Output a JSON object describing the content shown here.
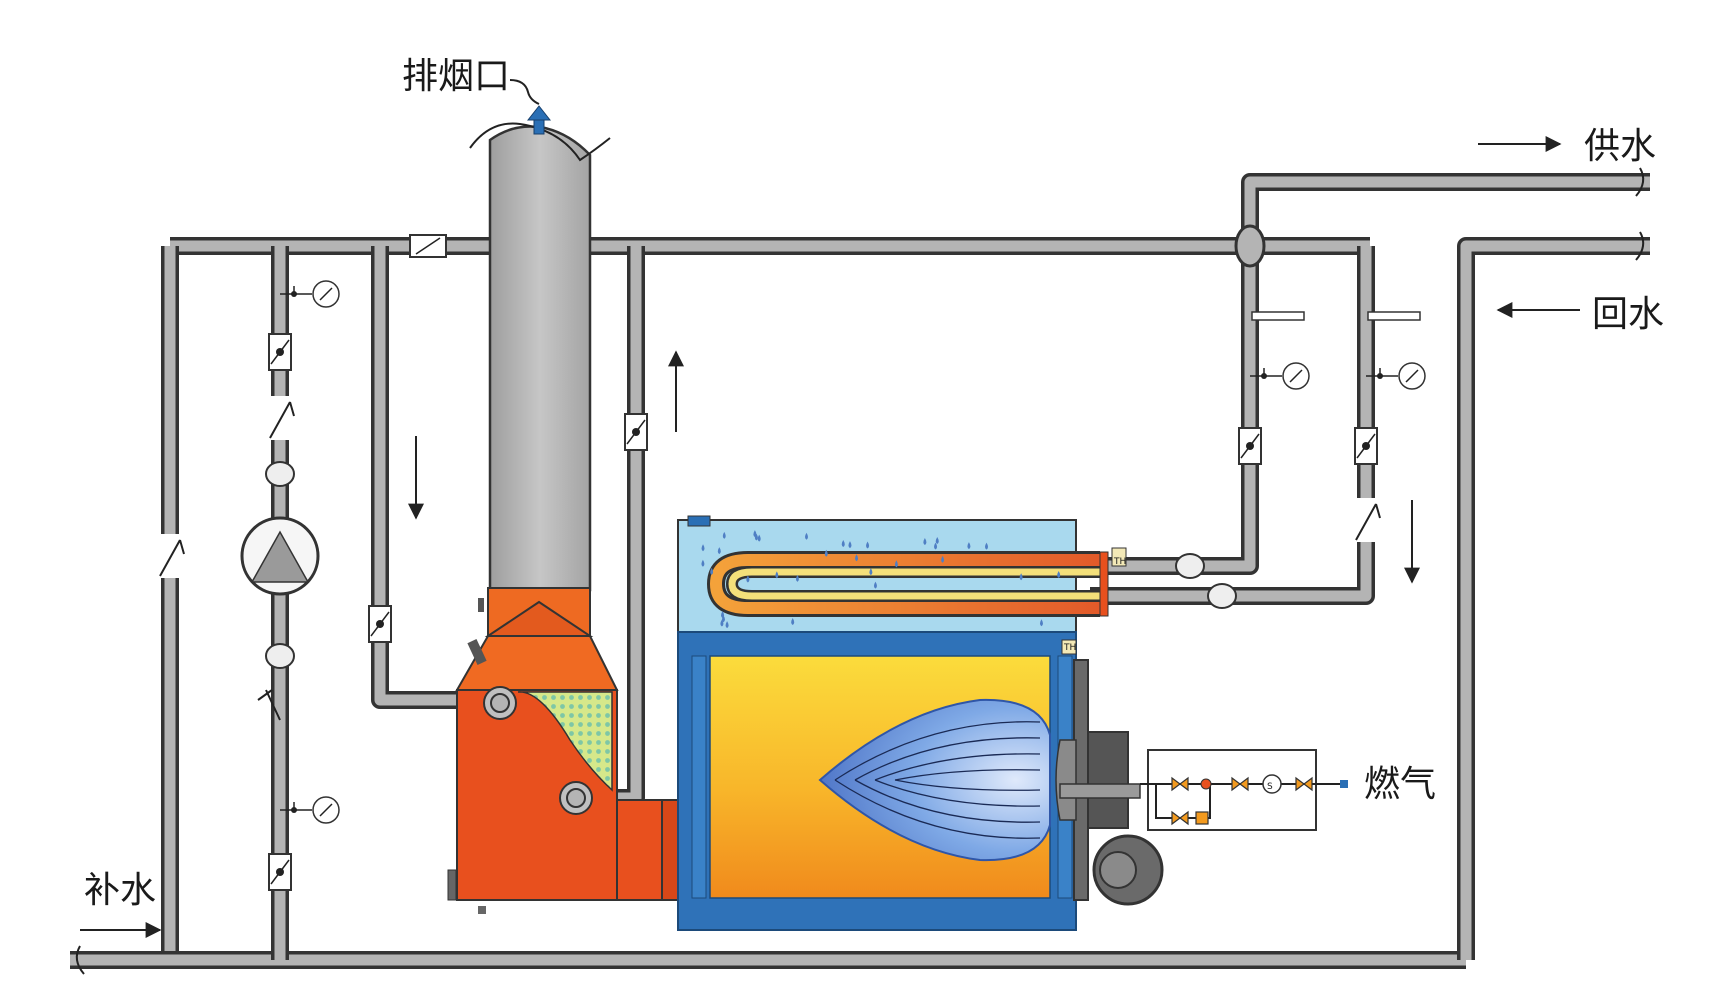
{
  "labels": {
    "exhaust": "排烟口",
    "supply": "供水",
    "return": "回水",
    "makeup": "补水",
    "gas": "燃气",
    "th1": "TH",
    "th2": "TH"
  },
  "colors": {
    "pipe_outline": "#333333",
    "pipe_fill": "#b4b4b4",
    "chimney": "#b8b8b8",
    "condenser_orange": "#e8501e",
    "boiler_frame": "#2f72b8",
    "water_tank": "#a9d9ee",
    "flame_blue": "#6f9ee0",
    "arrow_blue": "#2a6fb5"
  }
}
